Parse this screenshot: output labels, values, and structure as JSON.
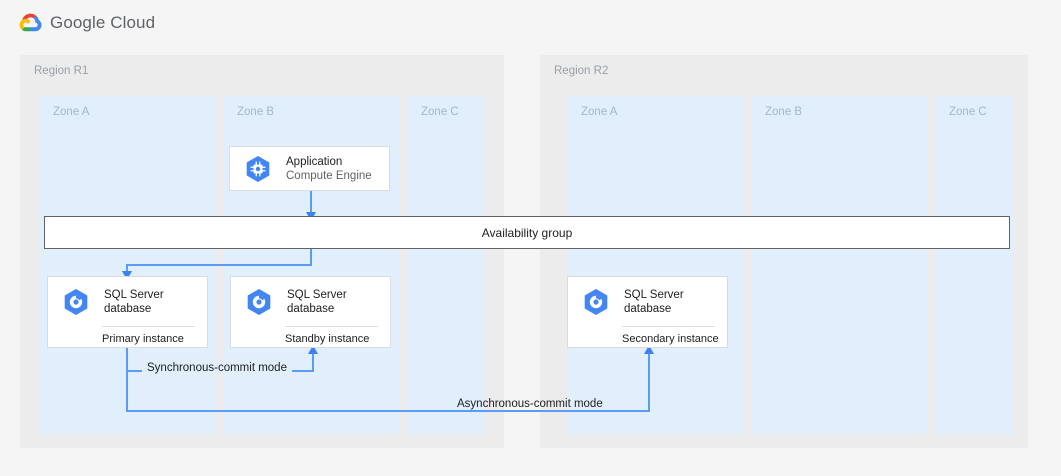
{
  "header": {
    "logo_icon": "google-cloud-logo",
    "brand_google": "Google",
    "brand_cloud": "Cloud"
  },
  "regions": [
    {
      "id": "r1",
      "label": "Region R1",
      "zones": [
        {
          "id": "r1-a",
          "label": "Zone A"
        },
        {
          "id": "r1-b",
          "label": "Zone B"
        },
        {
          "id": "r1-c",
          "label": "Zone C"
        }
      ]
    },
    {
      "id": "r2",
      "label": "Region R2",
      "zones": [
        {
          "id": "r2-a",
          "label": "Zone A"
        },
        {
          "id": "r2-b",
          "label": "Zone B"
        },
        {
          "id": "r2-c",
          "label": "Zone C"
        }
      ]
    }
  ],
  "nodes": {
    "application": {
      "icon": "compute-engine-icon",
      "title": "Application",
      "subtitle": "Compute Engine"
    },
    "primary_db": {
      "icon": "sql-server-database-icon",
      "title": "SQL Server\ndatabase",
      "footer": "Primary instance"
    },
    "standby_db": {
      "icon": "sql-server-database-icon",
      "title": "SQL Server\ndatabase",
      "footer": "Standby instance"
    },
    "secondary_db": {
      "icon": "sql-server-database-icon",
      "title": "SQL Server\ndatabase",
      "footer": "Secondary instance"
    }
  },
  "availability_group": {
    "label": "Availability group"
  },
  "connections": {
    "synchronous": "Synchronous-commit mode",
    "asynchronous": "Asynchronous-commit mode"
  },
  "colors": {
    "accent_blue": "#4285f4",
    "connector_blue": "#5b9bf8",
    "zone_bg": "#e1effc",
    "region_bg": "#ececec",
    "page_bg": "#f5f5f5",
    "text_primary": "#202124",
    "text_secondary": "#5f6368",
    "zone_label": "#a5b6c9"
  }
}
